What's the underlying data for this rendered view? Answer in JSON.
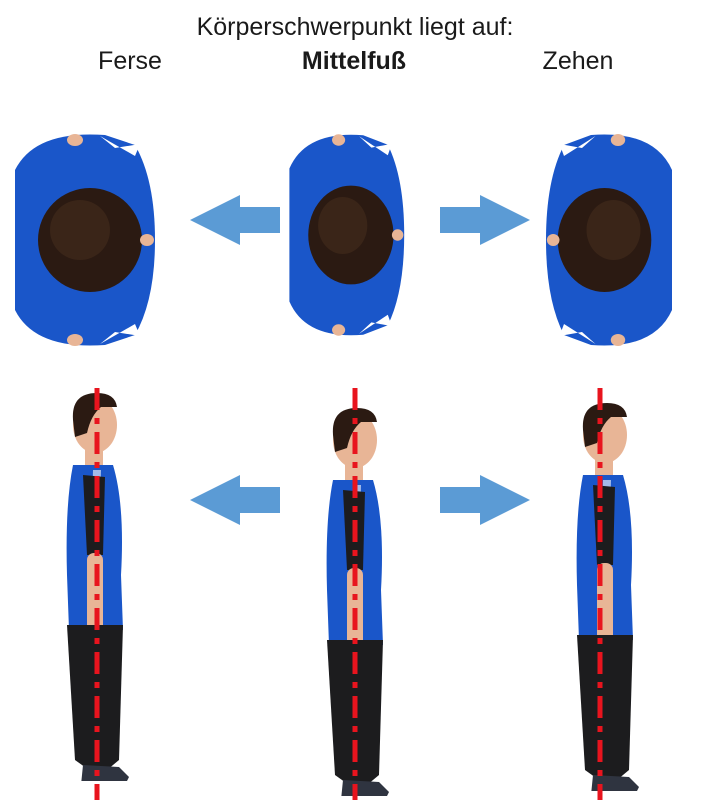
{
  "heading": "Körperschwerpunkt liegt auf:",
  "columns": {
    "left": "Ferse",
    "middle": "Mittelfuß",
    "right": "Zehen"
  },
  "colors": {
    "arrow": "#5b9bd5",
    "shirt": "#1a56c9",
    "line": "#e8141e",
    "hair": "#2b1a12",
    "skin": "#e8b596",
    "pants": "#1c1c1e"
  }
}
